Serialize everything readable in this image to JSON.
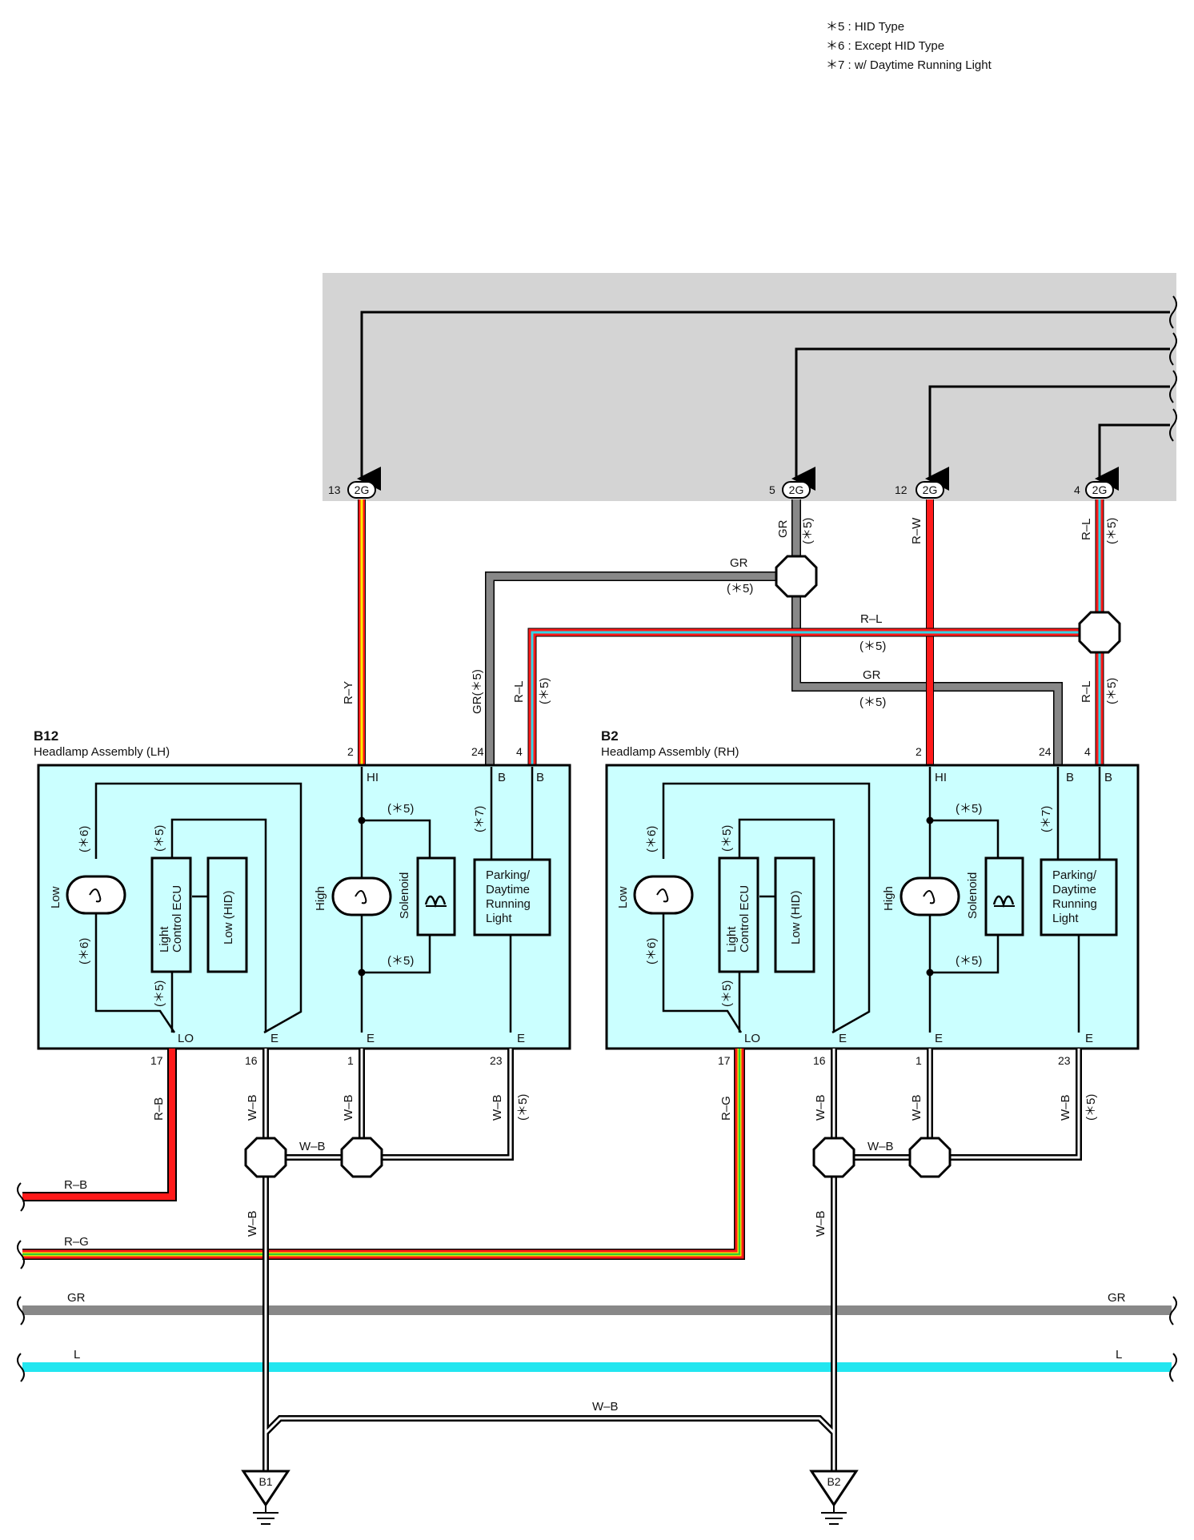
{
  "notes": [
    "＊5 : HID Type",
    "＊6 : Except HID Type",
    "＊7 : w/ Daytime Running Light"
  ],
  "colors": {
    "block_fill": "#cbffff",
    "gray_area": "#d4d4d4",
    "red": "#ff1a1a",
    "yellow": "#ffee00",
    "blue": "#33d6e6",
    "green": "#33cc33",
    "gray_wire": "#888888",
    "cyan_wire": "#22e6f0"
  },
  "connectors": {
    "c1": {
      "pin": "13",
      "label": "2G"
    },
    "c2": {
      "pin": "5",
      "label": "2G"
    },
    "c3": {
      "pin": "12",
      "label": "2G"
    },
    "c4": {
      "pin": "4",
      "label": "2G"
    }
  },
  "wire_labels": {
    "ry": "R–Y",
    "gr_top": "GR",
    "gr_top_note": "(＊5)",
    "rw_top": "R–W",
    "rl_top": "R–L",
    "rl_top_note": "(＊5)",
    "gr_junction": "GR",
    "gr_junction_note": "(＊5)",
    "rl_junction": "R–L",
    "rl_junction_note": "(＊5)",
    "gr_right": "GR",
    "gr_right_note": "(＊5)",
    "gr_left_vert": "GR(＊5)",
    "rl_left_vert": "R–L",
    "rl_left_vert_note": "(＊5)",
    "rl_right_vert": "R–L",
    "rl_right_vert_note": "(＊5)",
    "rb_down": "R–B",
    "wb_16": "W–B",
    "wb_1": "W–B",
    "wb_23": "W–B",
    "wb_23_note": "(＊5)",
    "rg_down": "R–G",
    "wb_16r": "W–B",
    "wb_1r": "W–B",
    "wb_23r": "W–B",
    "wb_23r_note": "(＊5)",
    "wb_junction_l": "W–B",
    "wb_junction_r": "W–B",
    "wb_down_l": "W–B",
    "wb_down_r": "W–B",
    "rb_left": "R–B",
    "rg_left": "R–G",
    "gr_bus_l": "GR",
    "gr_bus_r": "GR",
    "l_bus_l": "L",
    "l_bus_r": "L",
    "wb_bottom": "W–B"
  },
  "lh_block": {
    "code": "B12",
    "title": "Headlamp Assembly (LH)",
    "pins_top": {
      "p2": "2",
      "p24": "24",
      "p4": "4"
    },
    "terms_top": {
      "hi": "HI",
      "b1": "B",
      "b2": "B"
    },
    "terms_bottom": {
      "lo": "LO",
      "e1": "E",
      "e2": "E",
      "e3": "E"
    },
    "pins_bottom": {
      "p17": "17",
      "p16": "16",
      "p1": "1",
      "p23": "23"
    },
    "low": "Low",
    "low_note_top": "(＊6)",
    "low_note_bot": "(＊6)",
    "ecu_line1": "Light",
    "ecu_line2": "Control ECU",
    "ecu_note_top": "(＊5)",
    "ecu_note_bot": "(＊5)",
    "low_hid": "Low (HID)",
    "high": "High",
    "solenoid": "Solenoid",
    "sol_note_top": "(＊5)",
    "sol_note_bot": "(＊5)",
    "park_note": "(＊7)",
    "park_lines": [
      "Parking/",
      "Daytime",
      "Running",
      "Light"
    ]
  },
  "rh_block": {
    "code": "B2",
    "title": "Headlamp Assembly (RH)",
    "pins_top": {
      "p2": "2",
      "p24": "24",
      "p4": "4"
    },
    "terms_top": {
      "hi": "HI",
      "b1": "B",
      "b2": "B"
    },
    "terms_bottom": {
      "lo": "LO",
      "e1": "E",
      "e2": "E",
      "e3": "E"
    },
    "pins_bottom": {
      "p17": "17",
      "p16": "16",
      "p1": "1",
      "p23": "23"
    },
    "low": "Low",
    "low_note_top": "(＊6)",
    "low_note_bot": "(＊6)",
    "ecu_line1": "Light",
    "ecu_line2": "Control ECU",
    "ecu_note_top": "(＊5)",
    "ecu_note_bot": "(＊5)",
    "low_hid": "Low (HID)",
    "high": "High",
    "solenoid": "Solenoid",
    "sol_note_top": "(＊5)",
    "sol_note_bot": "(＊5)",
    "park_note": "(＊7)",
    "park_lines": [
      "Parking/",
      "Daytime",
      "Running",
      "Light"
    ]
  },
  "grounds": {
    "g1": "B1",
    "g2": "B2"
  }
}
